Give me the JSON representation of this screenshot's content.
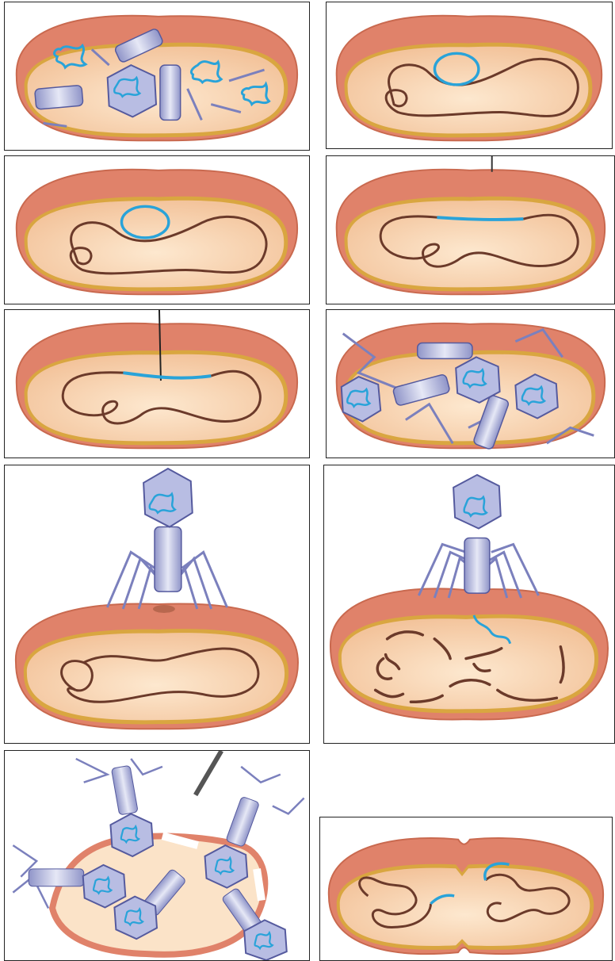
{
  "figure": {
    "description_text": "",
    "panels": [
      {
        "id": "assembly",
        "contents": [
          "cell",
          "phage-heads",
          "phage-tails",
          "tail-fibers",
          "viral-dna"
        ]
      },
      {
        "id": "plasmid-like-viral-dna",
        "contents": [
          "cell",
          "bacterial-chromosome",
          "viral-dna-circle"
        ]
      },
      {
        "id": "circular-viral-dna",
        "contents": [
          "cell",
          "bacterial-chromosome",
          "viral-dna-circle"
        ]
      },
      {
        "id": "prophage-integrated",
        "contents": [
          "cell",
          "bacterial-chromosome",
          "prophage-segment"
        ]
      },
      {
        "id": "prophage-excision",
        "contents": [
          "cell",
          "bacterial-chromosome",
          "prophage-segment"
        ]
      },
      {
        "id": "mature-phages",
        "contents": [
          "cell",
          "phage-heads",
          "phage-tails",
          "tail-fibers"
        ]
      },
      {
        "id": "attachment",
        "contents": [
          "phage",
          "cell",
          "bacterial-chromosome"
        ]
      },
      {
        "id": "injection",
        "contents": [
          "phage",
          "cell",
          "injected-dna",
          "fragmented-chromosome"
        ]
      },
      {
        "id": "lysis",
        "contents": [
          "ruptured-cell",
          "released-phages"
        ]
      },
      {
        "id": "cell-division",
        "contents": [
          "dividing-cell",
          "chromosome-with-prophage"
        ]
      }
    ]
  },
  "colors": {
    "cell_outer": "#e0826a",
    "cell_rim": "#c9694f",
    "cell_inner": "#f7cfa9",
    "cell_inner_light": "#fbe3c8",
    "membrane": "#d9a640",
    "chromosome": "#6b3a2a",
    "viral_dna": "#29a3d9",
    "phage_body": "#b8bde3",
    "phage_stroke": "#555a9e",
    "phage_dark": "#7b80bd"
  }
}
